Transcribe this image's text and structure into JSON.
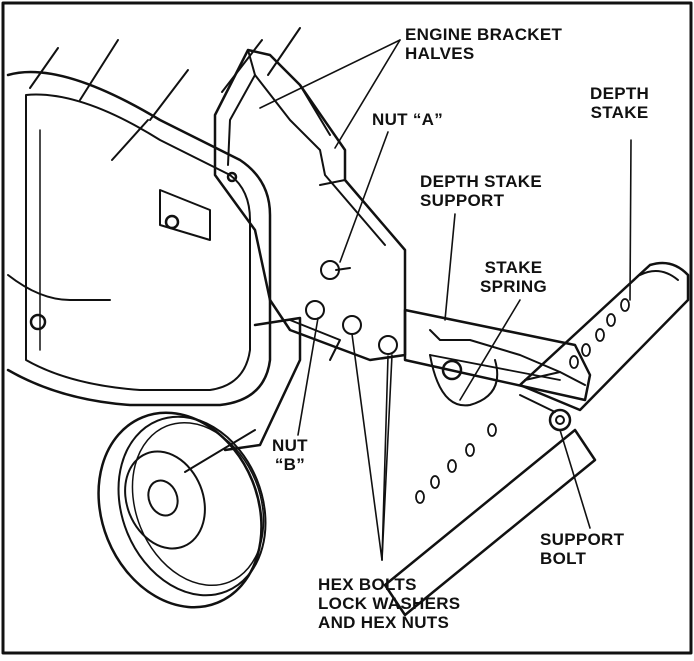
{
  "colors": {
    "ink": "#111111",
    "paper": "#ffffff"
  },
  "labels": {
    "engine_bracket_halves": [
      "ENGINE BRACKET",
      "HALVES"
    ],
    "nut_a": [
      "NUT “A”"
    ],
    "depth_stake": [
      "DEPTH",
      "STAKE"
    ],
    "depth_stake_support": [
      "DEPTH STAKE",
      "SUPPORT"
    ],
    "stake_spring": [
      "STAKE",
      "SPRING"
    ],
    "nut_b": [
      "NUT",
      "“B”"
    ],
    "support_bolt": [
      "SUPPORT",
      "BOLT"
    ],
    "hex_bolts": [
      "HEX BOLTS",
      "LOCK WASHERS",
      "AND HEX NUTS"
    ]
  }
}
